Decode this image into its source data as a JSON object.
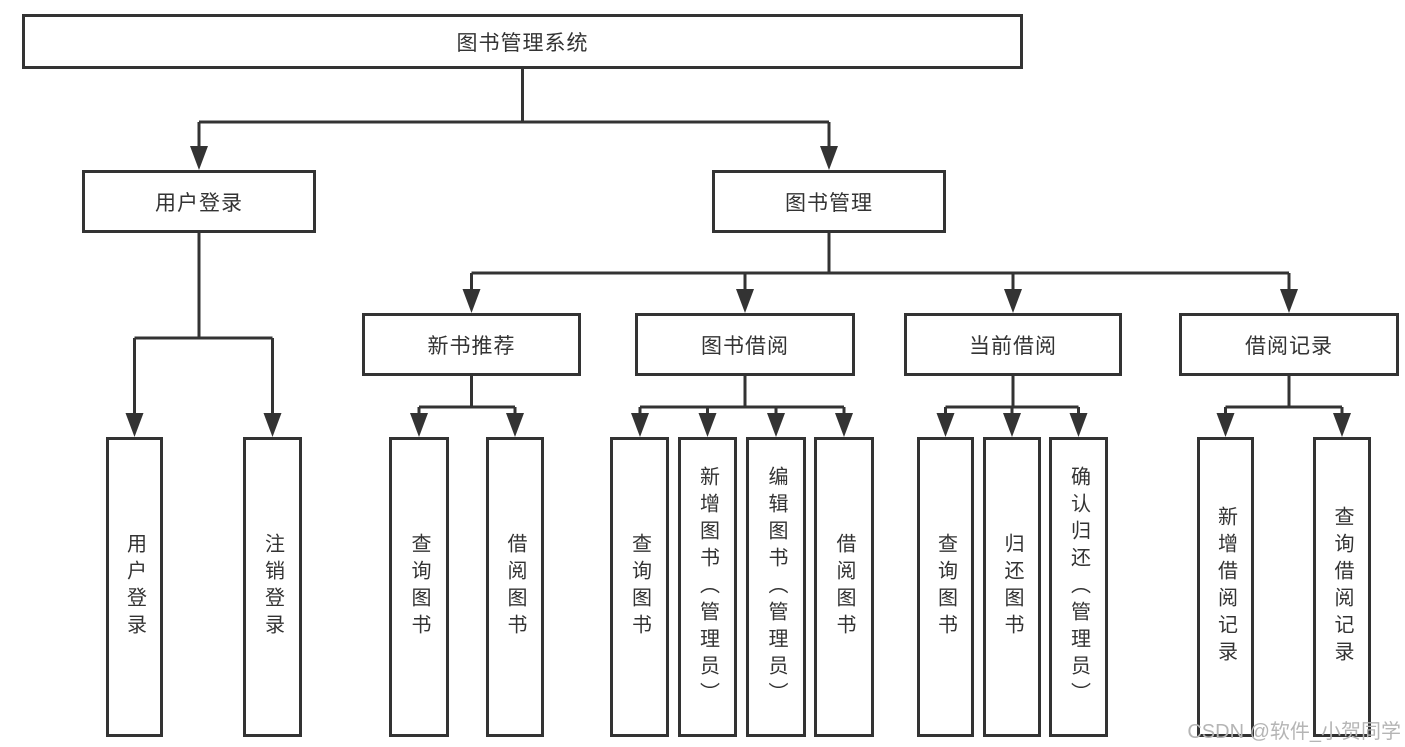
{
  "diagram": {
    "root": {
      "label": "图书管理系统"
    },
    "branches": {
      "user_login": {
        "label": "用户登录",
        "children": [
          {
            "label": "用户登录"
          },
          {
            "label": "注销登录"
          }
        ]
      },
      "book_management": {
        "label": "图书管理",
        "sections": {
          "new_book": {
            "label": "新书推荐",
            "children": [
              {
                "label": "查询图书"
              },
              {
                "label": "借阅图书"
              }
            ]
          },
          "book_borrow": {
            "label": "图书借阅",
            "children": [
              {
                "label": "查询图书"
              },
              {
                "label": "新增图书（管理员）"
              },
              {
                "label": "编辑图书（管理员）"
              },
              {
                "label": "借阅图书"
              }
            ]
          },
          "current_borrow": {
            "label": "当前借阅",
            "children": [
              {
                "label": "查询图书"
              },
              {
                "label": "归还图书"
              },
              {
                "label": "确认归还（管理员）"
              }
            ]
          },
          "borrow_records": {
            "label": "借阅记录",
            "children": [
              {
                "label": "新增借阅记录"
              },
              {
                "label": "查询借阅记录"
              }
            ]
          }
        }
      }
    },
    "watermark": "CSDN @软件_小贺同学",
    "colors": {
      "line": "#333333",
      "box_border": "#333333",
      "text": "#333333",
      "watermark": "#b5b5b5",
      "background": "#ffffff"
    }
  }
}
